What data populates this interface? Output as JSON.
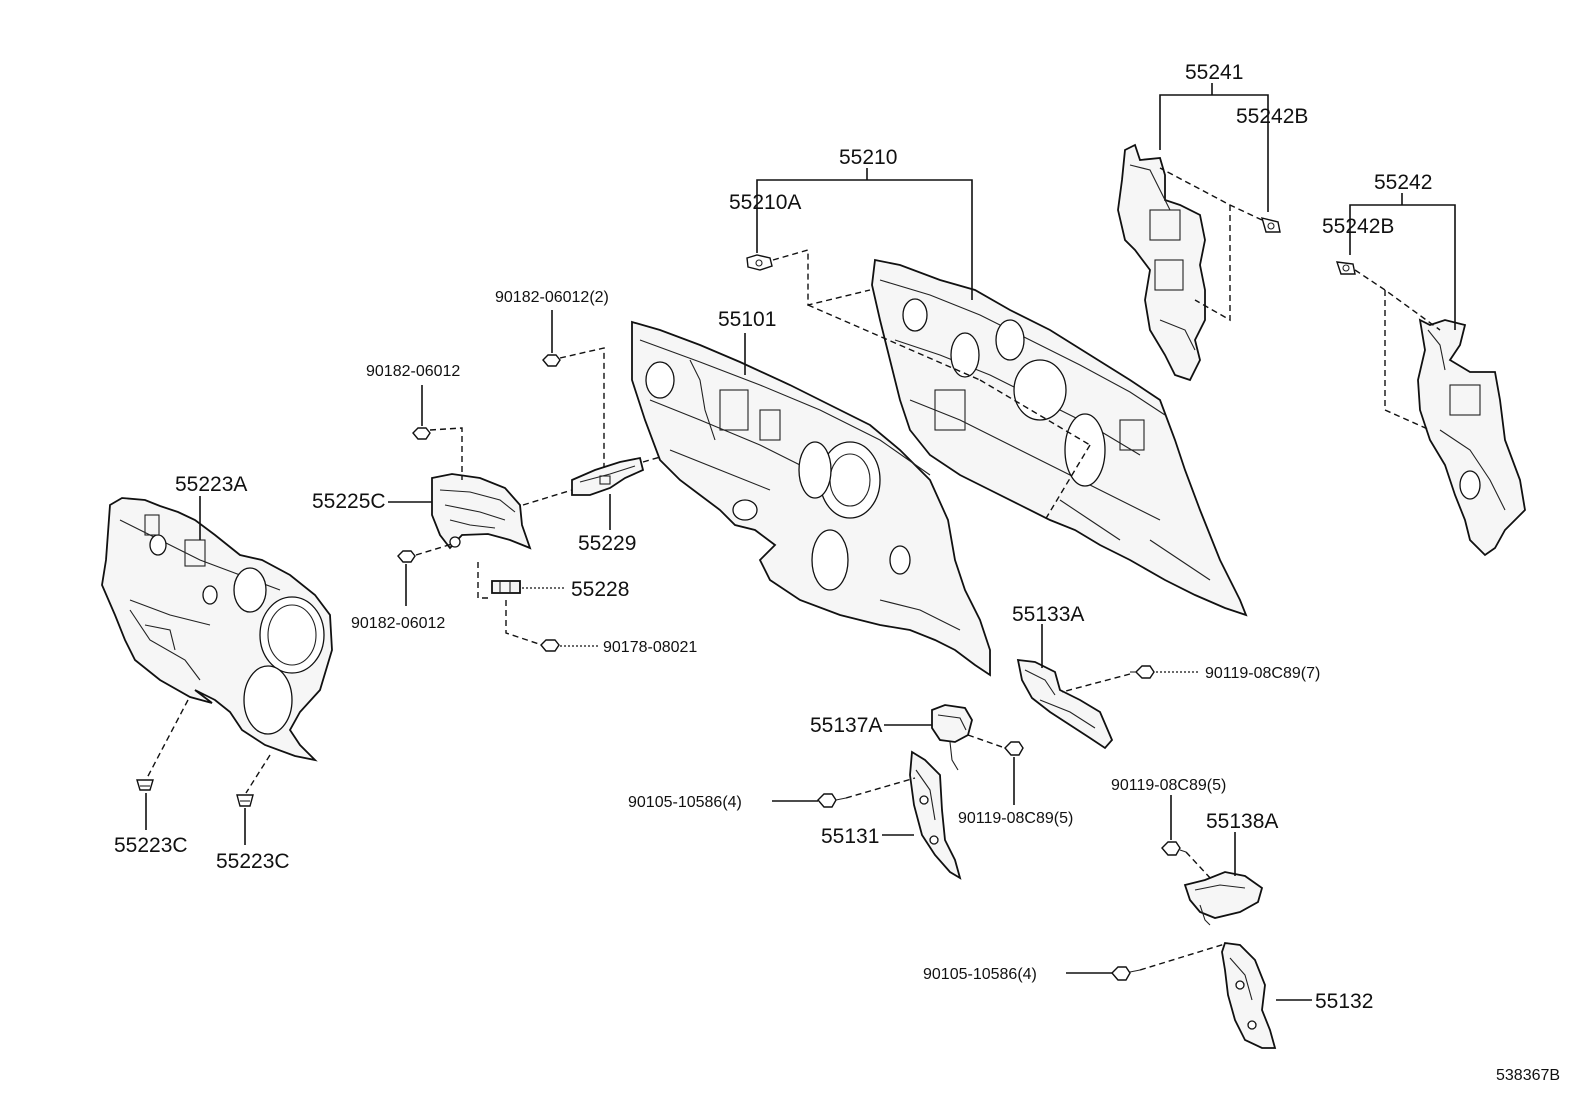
{
  "labels": {
    "p55241": "55241",
    "p55242B_a": "55242B",
    "p55210": "55210",
    "p55210A": "55210A",
    "p55242": "55242",
    "p55242B_b": "55242B",
    "p90182_06012_2": "90182-06012(2)",
    "p55101": "55101",
    "p90182_06012_a": "90182-06012",
    "p55223A": "55223A",
    "p55225C": "55225C",
    "p55229": "55229",
    "p55228": "55228",
    "p90182_06012_b": "90182-06012",
    "p90178_08021": "90178-08021",
    "p55133A": "55133A",
    "p90119_08C89_7": "90119-08C89(7)",
    "p55137A": "55137A",
    "p90105_10586_4_a": "90105-10586(4)",
    "p90119_08C89_5_a": "90119-08C89(5)",
    "p55131": "55131",
    "p90119_08C89_5_b": "90119-08C89(5)",
    "p55138A": "55138A",
    "p55223C_a": "55223C",
    "p55223C_b": "55223C",
    "p90105_10586_4_b": "90105-10586(4)",
    "p55132": "55132",
    "diagram_id": "538367B"
  }
}
